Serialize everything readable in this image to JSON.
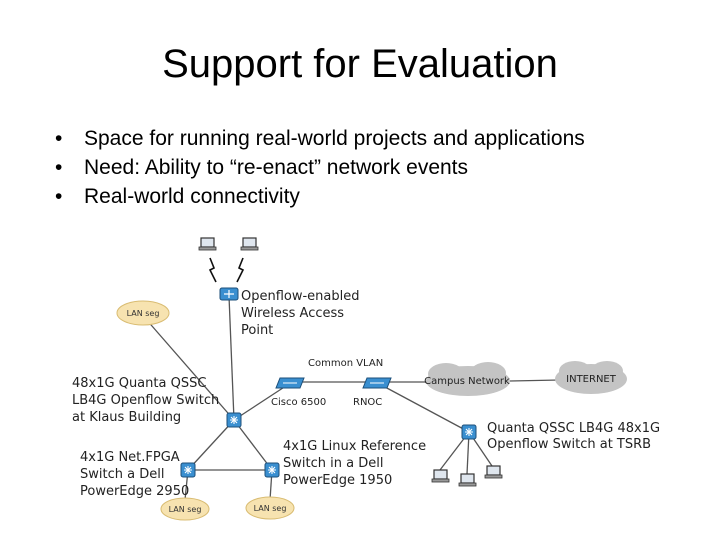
{
  "slide": {
    "title": "Support for Evaluation",
    "bullets": [
      "Space for running real-world projects and applications",
      "Need: Ability to “re-enact” network events",
      "Real-world connectivity"
    ]
  },
  "diagram": {
    "ap_label": [
      "Openflow-enabled",
      "Wireless Access",
      "Point"
    ],
    "common_vlan": "Common VLAN",
    "cisco": "Cisco 6500",
    "rnoc": "RNOC",
    "campus_network": "Campus Network",
    "internet": "INTERNET",
    "klaus_label": [
      "48x1G Quanta QSSC",
      "LB4G Openflow Switch",
      "at Klaus Building"
    ],
    "tsrb_label": [
      "Quanta QSSC LB4G 48x1G",
      "Openflow Switch at TSRB"
    ],
    "netfpga_label": [
      "4x1G Net.FPGA",
      "Switch a Dell",
      "PowerEdge 2950"
    ],
    "linux_label": [
      "4x1G Linux Reference",
      "Switch in a Dell",
      "PowerEdge 1950"
    ],
    "lan_seg": "LAN seg",
    "colors": {
      "switch_blue": "#3a8fd0",
      "cloud_gray": "#c4c4c4",
      "lan_cloud": "#f7e3b0",
      "line": "#555555"
    }
  }
}
